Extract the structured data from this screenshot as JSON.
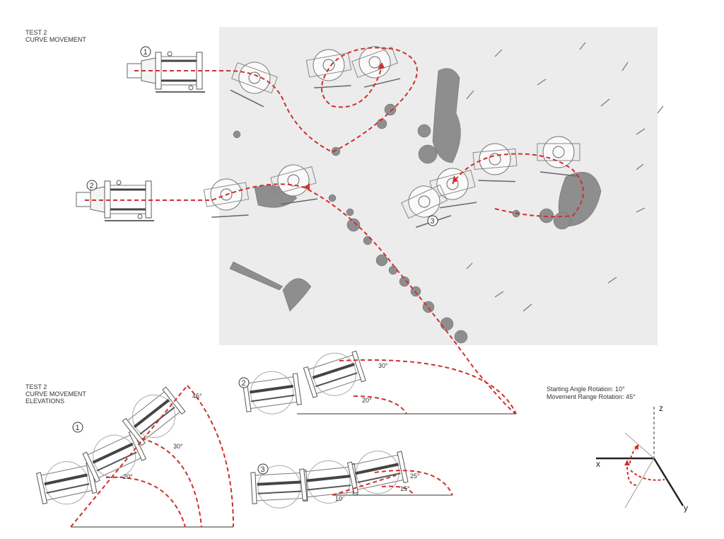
{
  "plan": {
    "title_line1": "TEST 2",
    "title_line2": "CURVE MOVEMENT",
    "markers": [
      "1",
      "2",
      "3"
    ]
  },
  "elevations": {
    "title_line1": "TEST 2",
    "title_line2": "CURVE MOVEMENT",
    "title_line3": "ELEVATIONS",
    "elevation_1": {
      "marker": "1",
      "angles": [
        "45°",
        "30°",
        "20°"
      ]
    },
    "elevation_2": {
      "marker": "2",
      "angles": [
        "30°",
        "20°"
      ]
    },
    "elevation_3": {
      "marker": "3",
      "angles": [
        "25°",
        "15°",
        "10"
      ]
    }
  },
  "axes_diagram": {
    "starting_angle": "Starting Angle Rotation: 10°",
    "movement_range": "Movement Range Rotation: 45°",
    "x_label": "x",
    "y_label": "y",
    "z_label": "z"
  },
  "colors": {
    "path": "#d0302a",
    "paint": "#8e8e8e",
    "panel": "#ececec",
    "line": "#555555"
  }
}
